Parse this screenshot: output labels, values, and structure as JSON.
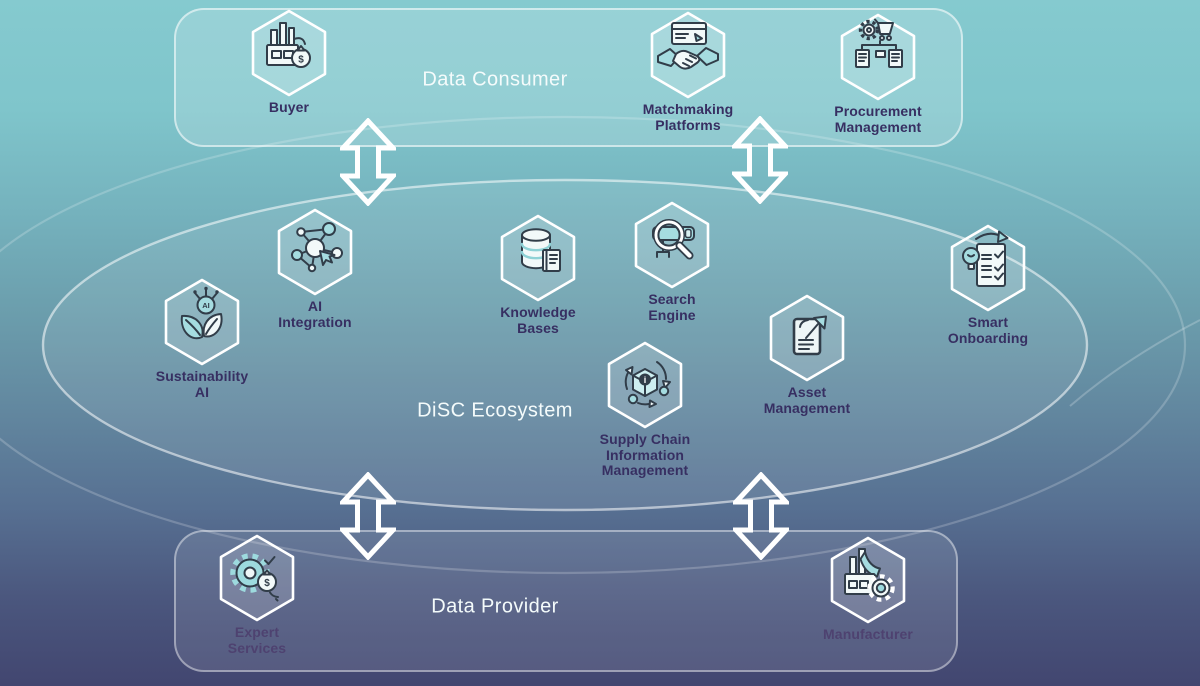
{
  "colors": {
    "bg_top": "#85cacf",
    "bg_mid": "#6b9dac",
    "bg_bottom": "#424670",
    "title_text": "#f4fbfb",
    "label_text": "#372f62",
    "label_text_provider": "#4e4270",
    "hex_stroke": "#ffffff",
    "icon_line": "#313d49",
    "icon_teal": "#a5dce0",
    "icon_teal_deep": "#8fd2d6"
  },
  "consumer_band": {
    "title": "Data Consumer",
    "items": [
      {
        "label": "Buyer",
        "icon": "factory-money-icon"
      },
      {
        "label": "Matchmaking\nPlatforms",
        "icon": "handshake-browser-icon"
      },
      {
        "label": "Procurement\nManagement",
        "icon": "cart-gear-flowchart-icon"
      }
    ]
  },
  "ecosystem": {
    "title": "DiSC Ecosystem",
    "items": [
      {
        "label": "Sustainability\nAI",
        "icon": "leaves-ai-chip-icon"
      },
      {
        "label": "AI\nIntegration",
        "icon": "network-cursor-icon"
      },
      {
        "label": "Knowledge\nBases",
        "icon": "database-book-icon"
      },
      {
        "label": "Search\nEngine",
        "icon": "magnifier-searchbar-icon"
      },
      {
        "label": "Supply Chain\nInformation\nManagement",
        "icon": "cube-info-cycle-icon"
      },
      {
        "label": "Asset\nManagement",
        "icon": "document-arrow-icon"
      },
      {
        "label": "Smart\nOnboarding",
        "icon": "checklist-bulb-icon"
      }
    ]
  },
  "provider_band": {
    "title": "Data Provider",
    "items": [
      {
        "label": "Expert\nServices",
        "icon": "gear-money-icon"
      },
      {
        "label": "Manufacturer",
        "icon": "factory-gear-icon"
      }
    ]
  },
  "icon_glyphs": {
    "dollar": "$",
    "ai": "AI",
    "info": "i"
  }
}
